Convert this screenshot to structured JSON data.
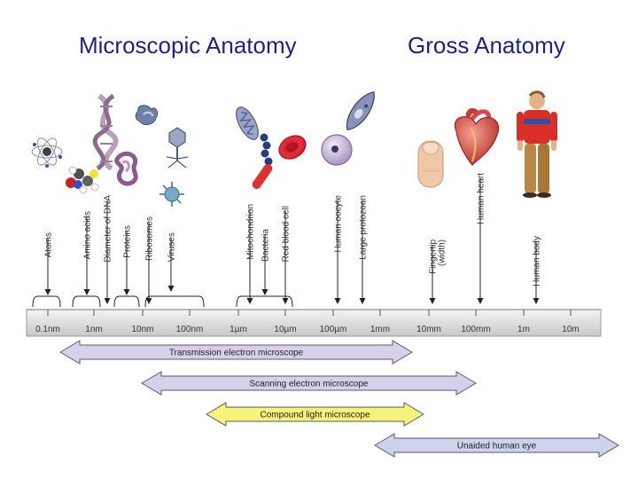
{
  "headings": {
    "micro": "Microscopic Anatomy",
    "gross": "Gross Anatomy"
  },
  "scale": {
    "ticks": [
      "0.1nm",
      "1nm",
      "10nm",
      "100nm",
      "1µm",
      "10µm",
      "100µm",
      "1mm",
      "10mm",
      "100mm",
      "1m",
      "10m"
    ]
  },
  "items": [
    {
      "label": "Atoms",
      "icon": "atom-icon"
    },
    {
      "label": "Amino acids",
      "icon": "molecule-icon"
    },
    {
      "label": "Diameter of DNA",
      "icon": "dna-helix-icon"
    },
    {
      "label": "Proteins",
      "icon": "protein-icon"
    },
    {
      "label": "Ribosomes",
      "icon": "ribosome-icon"
    },
    {
      "label": "Viruses",
      "icon": "virus-icon"
    },
    {
      "label": "Mitochondrion",
      "icon": "mitochondrion-icon"
    },
    {
      "label": "Bacteria",
      "icon": "bacteria-icon"
    },
    {
      "label": "Red blood cell",
      "icon": "red-blood-cell-icon"
    },
    {
      "label": "Human oocyte",
      "icon": "oocyte-icon"
    },
    {
      "label": "Large protozoan",
      "icon": "protozoan-icon"
    },
    {
      "label": "Fingertip (width)",
      "icon": "fingertip-icon"
    },
    {
      "label": "Human heart",
      "icon": "heart-icon"
    },
    {
      "label": "Human body",
      "icon": "human-body-icon"
    }
  ],
  "ranges": [
    {
      "label": "Transmission electron microscope",
      "color": "#d8d0ea"
    },
    {
      "label": "Scanning electron microscope",
      "color": "#d8d0ea"
    },
    {
      "label": "Compound light microscope",
      "color": "#f6f27a"
    },
    {
      "label": "Unaided human eye",
      "color": "#cfd2ec"
    }
  ]
}
